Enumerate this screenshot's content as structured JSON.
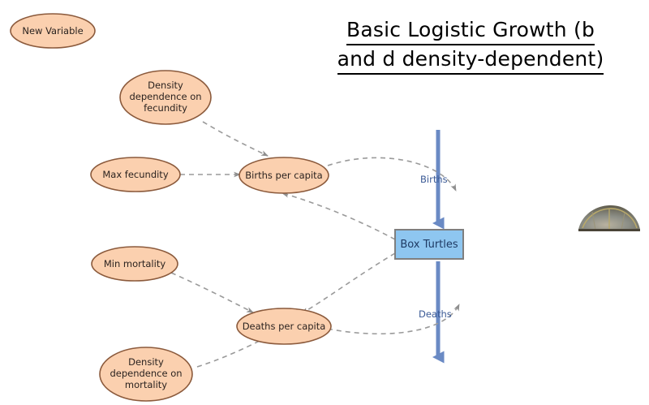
{
  "title": {
    "line1": "Basic Logistic Growth (b",
    "line2": "and d density-dependent)"
  },
  "colors": {
    "ellipse_fill": "#FBD0AF",
    "ellipse_stroke": "#8B5A3C",
    "stock_fill": "#8EC6F0",
    "stock_stroke": "#7F7F7F",
    "flow_arrow": "#6A8AC4",
    "connector": "#9A9A9A",
    "title_text": "#000000",
    "flow_label_text": "#3B5A96"
  },
  "nodes": {
    "new_variable": {
      "label": "New Variable",
      "type": "variable-ellipse"
    },
    "density_fecundity": {
      "label": "Density\ndependence on\nfecundity",
      "type": "variable-ellipse"
    },
    "max_fecundity": {
      "label": "Max fecundity",
      "type": "variable-ellipse"
    },
    "births_per_capita": {
      "label": "Births per capita",
      "type": "variable-ellipse"
    },
    "min_mortality": {
      "label": "Min mortality",
      "type": "variable-ellipse"
    },
    "deaths_per_capita": {
      "label": "Deaths per capita",
      "type": "variable-ellipse"
    },
    "density_mortality": {
      "label": "Density\ndependence on\nmortality",
      "type": "variable-ellipse"
    },
    "box_turtles": {
      "label": "Box Turtles",
      "type": "stock-rectangle"
    }
  },
  "flows": {
    "births": {
      "label": "Births",
      "direction": "into-stock"
    },
    "deaths": {
      "label": "Deaths",
      "direction": "out-of-stock"
    }
  },
  "connectors": [
    {
      "from": "density_fecundity",
      "to": "births_per_capita"
    },
    {
      "from": "max_fecundity",
      "to": "births_per_capita"
    },
    {
      "from": "births_per_capita",
      "to": "births"
    },
    {
      "from": "box_turtles",
      "to": "births_per_capita"
    },
    {
      "from": "box_turtles",
      "to": "deaths_per_capita"
    },
    {
      "from": "min_mortality",
      "to": "deaths_per_capita"
    },
    {
      "from": "density_mortality",
      "to": "deaths_per_capita"
    },
    {
      "from": "deaths_per_capita",
      "to": "deaths"
    }
  ],
  "decoration": {
    "turtle_image": "turtle-shell-photo"
  }
}
